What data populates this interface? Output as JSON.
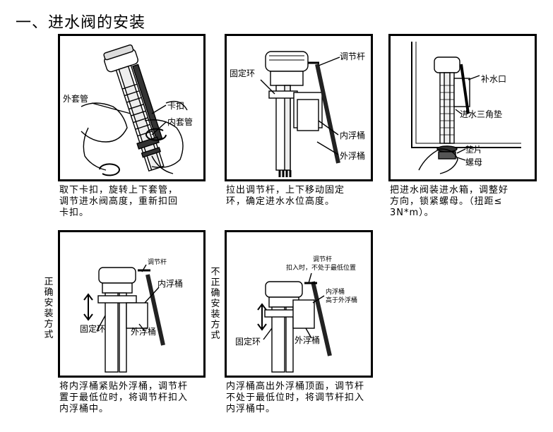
{
  "title": "一、进水阀的安装",
  "panels": {
    "p1": {
      "labels": {
        "outer_sleeve": "外套管",
        "clip": "卡扣",
        "inner_sleeve": "内套管"
      },
      "caption": "取下卡扣，旋转上下套管，\n调节进水阀高度，重新扣回\n卡扣。"
    },
    "p2": {
      "labels": {
        "rod": "调节杆",
        "ring": "固定环",
        "inner_float": "内浮桶",
        "outer_float": "外浮桶"
      },
      "caption": "拉出调节杆，上下移动固定\n环，确定进水水位高度。"
    },
    "p3": {
      "labels": {
        "refill": "补水口",
        "gasket": "进水三角垫",
        "washer": "垫片",
        "nut": "螺母"
      },
      "caption": "把进水阀装进水箱，调整好\n方向，锁紧螺母。（扭距≤\n3N*m）。"
    },
    "p4": {
      "side": "正确安装方式",
      "labels": {
        "rod": "调节杆",
        "inner_float": "内浮桶",
        "ring": "固定环",
        "outer_float": "外浮桶"
      },
      "caption": "将内浮桶紧贴外浮桶，调节杆\n置于最低位时，将调节杆扣入\n内浮桶中。"
    },
    "p5": {
      "side": "不正确安装方式",
      "labels": {
        "rod": "调节杆",
        "rod_note": "扣入时，不处于最低位置",
        "inner_float": "内浮桶",
        "inner_note": "高于外浮桶",
        "ring": "固定环",
        "outer_float": "外浮桶"
      },
      "caption": "内浮桶高出外浮桶顶面，调节杆\n不处于最低位时，将调节杆扣入\n内浮桶中。"
    }
  }
}
